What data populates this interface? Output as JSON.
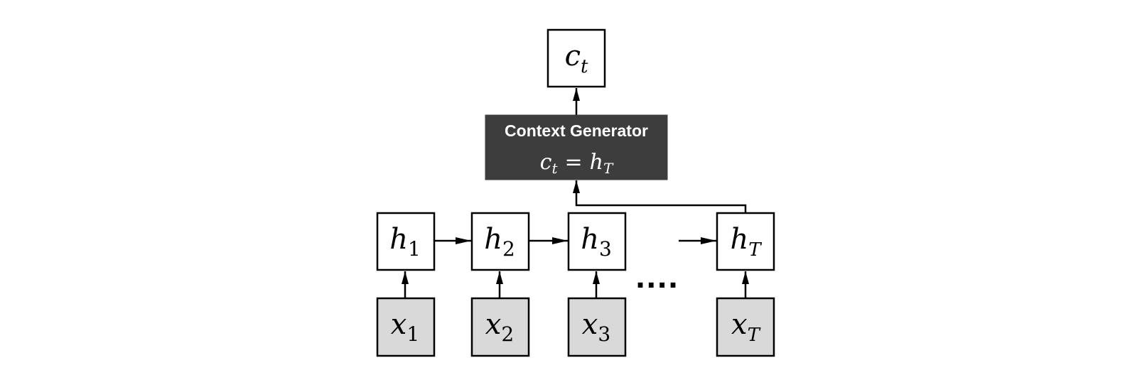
{
  "output": {
    "var": "c",
    "sub": "t"
  },
  "generator": {
    "title": "Context Generator",
    "eq_lhs_var": "c",
    "eq_lhs_sub": "t",
    "eq_op": "=",
    "eq_rhs_var": "h",
    "eq_rhs_sub": "T"
  },
  "hidden": [
    {
      "var": "h",
      "sub": "1"
    },
    {
      "var": "h",
      "sub": "2"
    },
    {
      "var": "h",
      "sub": "3"
    },
    {
      "var": "h",
      "sub": "T"
    }
  ],
  "inputs": [
    {
      "var": "x",
      "sub": "1"
    },
    {
      "var": "x",
      "sub": "2"
    },
    {
      "var": "x",
      "sub": "3"
    },
    {
      "var": "x",
      "sub": "T"
    }
  ],
  "ellipsis": "....",
  "colors": {
    "generator_fill": "#3d3d3d",
    "input_fill": "#d9d9d9",
    "stroke": "#000000"
  }
}
